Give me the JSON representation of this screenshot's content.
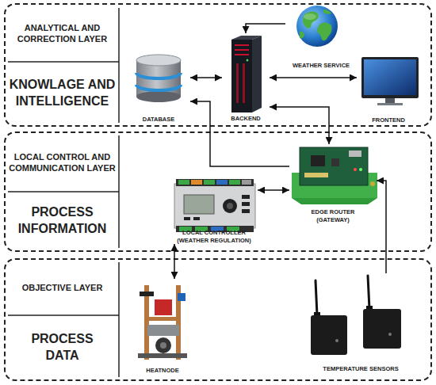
{
  "diagram": {
    "nodes": [
      {
        "text": [
          "ANALYTICAL AND CORRECTION LAYER",
          "KNOWLAGE AND INTELLIGENCE"
        ]
      },
      {
        "text": [
          "DATABASE"
        ],
        "in": 0
      },
      {
        "text": [
          "BACKEND"
        ],
        "in": 0
      },
      {
        "text": [
          "WEATHER SERVICE"
        ],
        "in": 0
      },
      {
        "text": [
          "FRONTEND"
        ],
        "in": 0
      },
      {
        "text": [
          "LOCAL CONTROL AND COMMUNICATION LAYER",
          "PROCESS INFORMATION"
        ]
      },
      {
        "text": [
          "LOCAL CONTROLLER (WEATHER REGULATION)"
        ],
        "in": 5
      },
      {
        "text": [
          "EDGE ROUTER (GATEWAY)"
        ],
        "in": 5
      },
      {
        "text": [
          "OBJECTIVE LAYER",
          "PROCESS DATA"
        ]
      },
      {
        "text": [
          "HEATNODE"
        ],
        "in": 8
      },
      {
        "text": [
          "TEMPERATURE SENSORS"
        ],
        "in": 8
      }
    ],
    "edges": [
      {
        "from": 3,
        "to": 2,
        "arrow": "to"
      },
      {
        "from": 1,
        "to": 2,
        "arrow": "both"
      },
      {
        "from": 2,
        "to": 4,
        "arrow": "both"
      },
      {
        "from": 2,
        "to": 7,
        "arrow": "both"
      },
      {
        "from": 7,
        "to": 1,
        "arrow": "to"
      },
      {
        "from": 6,
        "to": 7,
        "arrow": "both"
      },
      {
        "from": 6,
        "to": 9,
        "arrow": "both"
      },
      {
        "from": 10,
        "to": 7,
        "arrow": "to"
      }
    ]
  }
}
